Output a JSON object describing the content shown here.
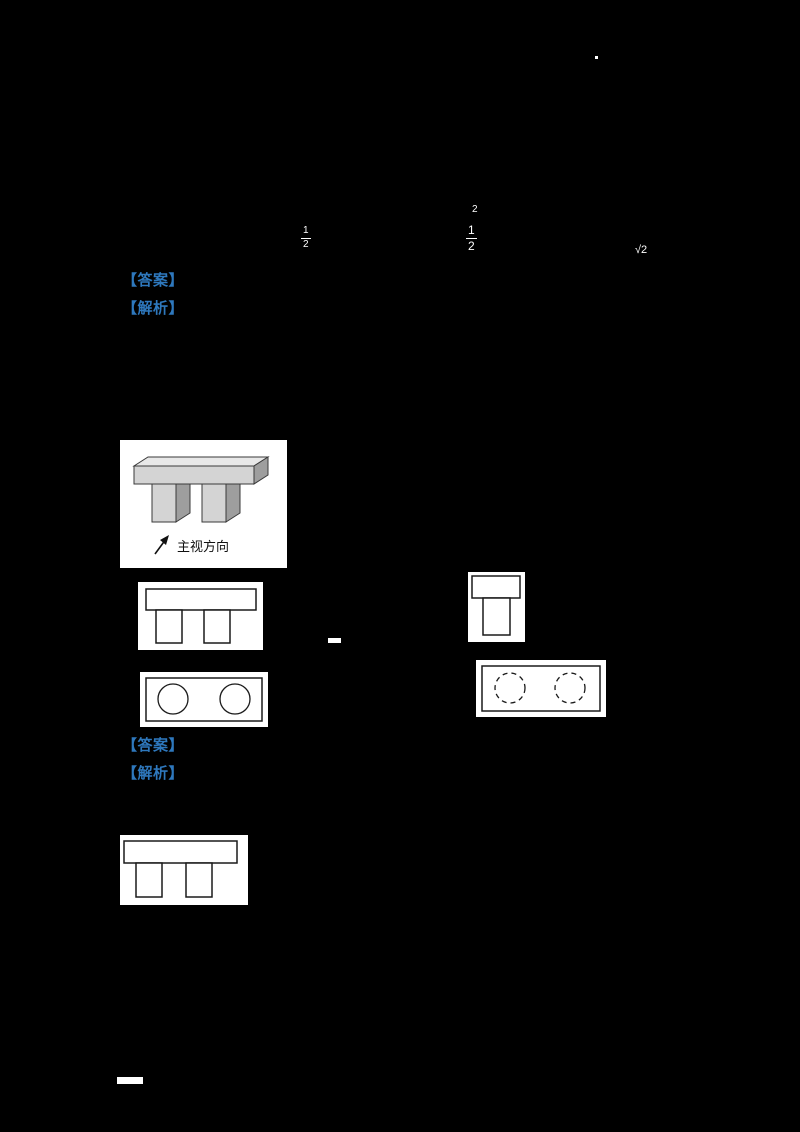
{
  "page": {
    "background": "#000000",
    "accent_blue": "#2e78bd"
  },
  "fragments": {
    "frac_a": {
      "num": "1",
      "den": "2"
    },
    "frac_b": {
      "sup": "2",
      "num": "1",
      "den": "2"
    },
    "frag_c": "√2"
  },
  "qa_block_1": {
    "answer_label": "【答案】",
    "analysis_label": "【解析】"
  },
  "qa_block_2": {
    "answer_label": "【答案】",
    "analysis_label": "【解析】"
  },
  "figure_direction": {
    "caption": "主视方向"
  }
}
